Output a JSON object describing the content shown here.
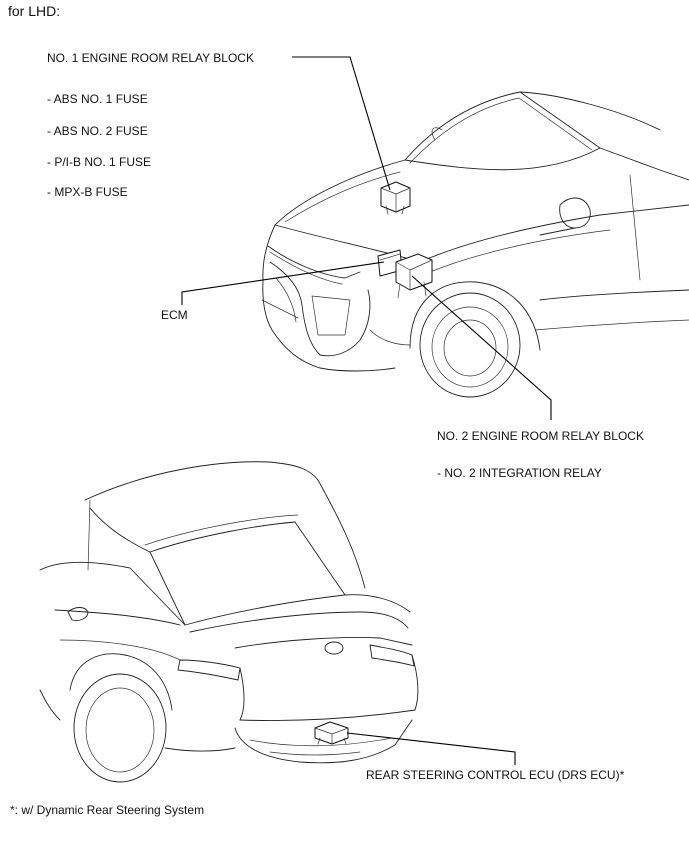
{
  "header": "for LHD:",
  "front": {
    "relay1": {
      "title": "NO. 1 ENGINE ROOM RELAY BLOCK",
      "items": [
        "- ABS NO. 1 FUSE",
        "- ABS NO. 2 FUSE",
        "- P/I-B NO. 1 FUSE",
        "- MPX-B FUSE"
      ]
    },
    "ecm": "ECM",
    "relay2": {
      "title": "NO. 2 ENGINE ROOM RELAY BLOCK",
      "items": [
        "- NO. 2 INTEGRATION RELAY"
      ]
    }
  },
  "rear": {
    "ecu": "REAR STEERING CONTROL ECU (DRS ECU)*"
  },
  "footnote": "*: w/ Dynamic Rear Steering System"
}
